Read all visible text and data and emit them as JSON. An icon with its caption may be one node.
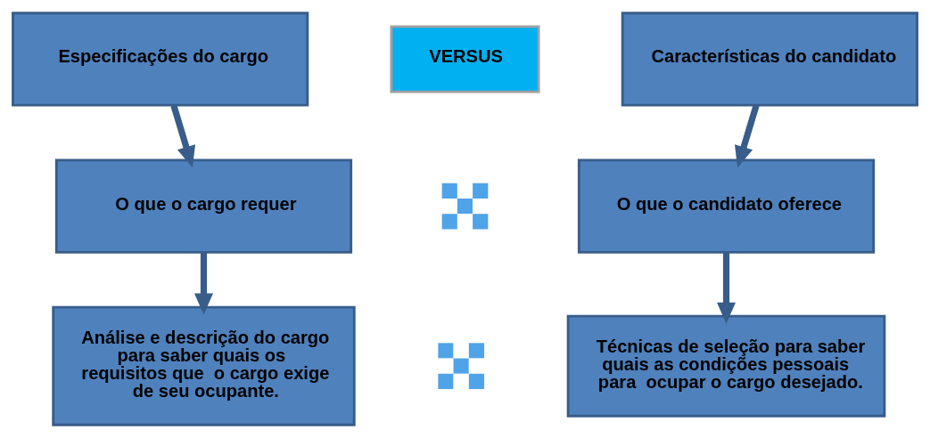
{
  "diagram": {
    "nodes": [
      {
        "text": [
          "Especificações do cargo"
        ]
      },
      {
        "text": [
          "VERSUS"
        ]
      },
      {
        "text": [
          "Características do candidato"
        ]
      },
      {
        "text": [
          "O que o cargo requer"
        ]
      },
      {
        "text": [],
        "shape": "cross"
      },
      {
        "text": [
          "O que o candidato oferece"
        ]
      },
      {
        "text": [
          "Análise e descrição do cargo para saber quais os  requisitos que  o cargo exige de seu ocupante."
        ]
      },
      {
        "text": [],
        "shape": "cross"
      },
      {
        "text": [
          "Técnicas de seleção para saber quais as condições pessoais para  ocupar o cargo desejado."
        ]
      }
    ],
    "edges": [
      {
        "from": 0,
        "to": 3,
        "arrow": "to"
      },
      {
        "from": 2,
        "to": 5,
        "arrow": "to"
      },
      {
        "from": 3,
        "to": 6,
        "arrow": "to"
      },
      {
        "from": 5,
        "to": 8,
        "arrow": "to"
      }
    ]
  }
}
